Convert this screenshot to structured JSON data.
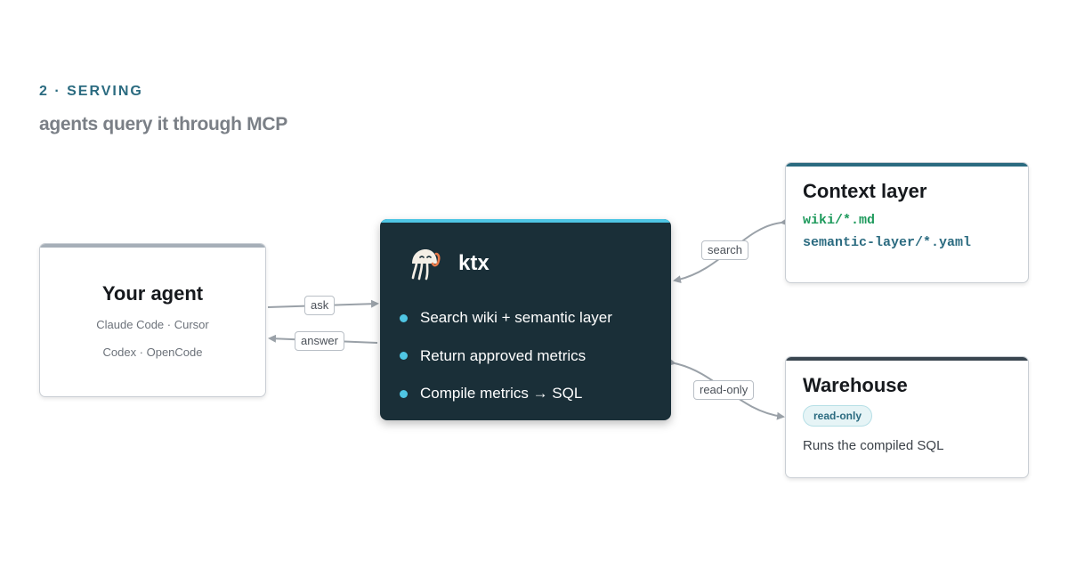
{
  "header": {
    "eyebrow": "2 · SERVING",
    "subtitle": "agents query it through MCP"
  },
  "agent_card": {
    "title": "Your agent",
    "line1": "Claude Code · Cursor",
    "line2": "Codex · OpenCode"
  },
  "ktx_card": {
    "name": "ktx",
    "items": [
      "Search wiki + semantic layer",
      "Return approved metrics",
      "Compile metrics → SQL"
    ]
  },
  "context_card": {
    "title": "Context layer",
    "path1": "wiki/*.md",
    "path2": "semantic-layer/*.yaml"
  },
  "warehouse_card": {
    "title": "Warehouse",
    "badge": "read-only",
    "description": "Runs the compiled SQL"
  },
  "edges": {
    "ask": "ask",
    "answer": "answer",
    "search": "search",
    "read_only": "read-only"
  },
  "colors": {
    "accent": "#2b6b80",
    "ktx_background": "#1a2f38",
    "ktx_accent": "#4fc6e4",
    "code_green": "#1e9a5c",
    "arrow": "#9aa1a8"
  },
  "icons": {
    "ktx_logo": "jellyfish-logo-icon"
  }
}
